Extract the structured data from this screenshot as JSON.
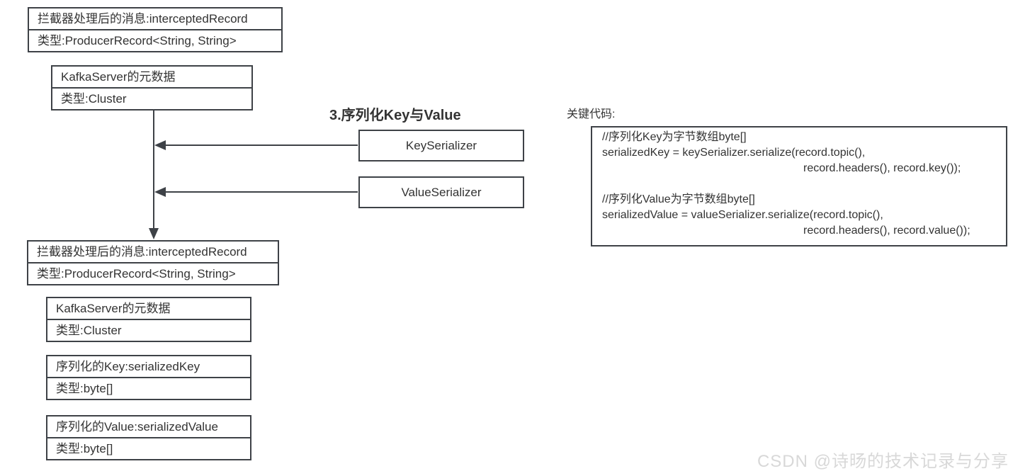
{
  "diagram": {
    "heading": "3.序列化Key与Value",
    "top": {
      "record": {
        "title": "拦截器处理后的消息:interceptedRecord",
        "type": "类型:ProducerRecord<String, String>"
      },
      "metadata": {
        "title": "KafkaServer的元数据",
        "type": "类型:Cluster"
      }
    },
    "serializers": {
      "key_label": "KeySerializer",
      "value_label": "ValueSerializer"
    },
    "bottom": {
      "record": {
        "title": "拦截器处理后的消息:interceptedRecord",
        "type": "类型:ProducerRecord<String, String>"
      },
      "metadata": {
        "title": "KafkaServer的元数据",
        "type": "类型:Cluster"
      },
      "key": {
        "title": "序列化的Key:serializedKey",
        "type": "类型:byte[]"
      },
      "value": {
        "title": "序列化的Value:serializedValue",
        "type": "类型:byte[]"
      }
    }
  },
  "code_panel": {
    "label": "关键代码:",
    "lines": [
      "//序列化Key为字节数组byte[]",
      "serializedKey = keySerializer.serialize(record.topic(),",
      "record.headers(), record.key());",
      "",
      "//序列化Value为字节数组byte[]",
      "serializedValue = valueSerializer.serialize(record.topic(),",
      "record.headers(), record.value());"
    ]
  },
  "watermark": {
    "text": "CSDN @诗旸的技术记录与分享"
  },
  "colors": {
    "border": "#3e4247",
    "text": "#333333",
    "watermark": "#d8d8d8"
  }
}
